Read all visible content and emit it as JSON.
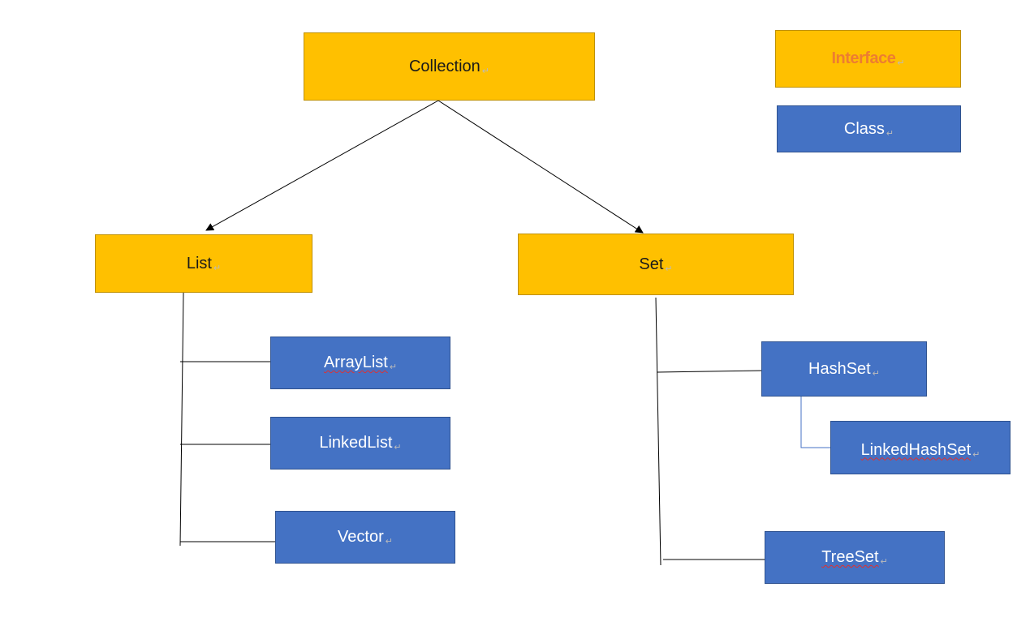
{
  "legend": {
    "interface_label": "Interface",
    "class_label": "Class",
    "colors": {
      "interface": "#FFC000",
      "class": "#4472C4",
      "interface_text": "#ED7D31"
    }
  },
  "nodes": {
    "collection": "Collection",
    "list": "List",
    "set": "Set",
    "arraylist": "ArrayList",
    "linkedlist": "LinkedList",
    "vector": "Vector",
    "hashset": "HashSet",
    "linkedhashset": "LinkedHashSet",
    "treeset": "TreeSet"
  },
  "paragraph_mark": "↵"
}
